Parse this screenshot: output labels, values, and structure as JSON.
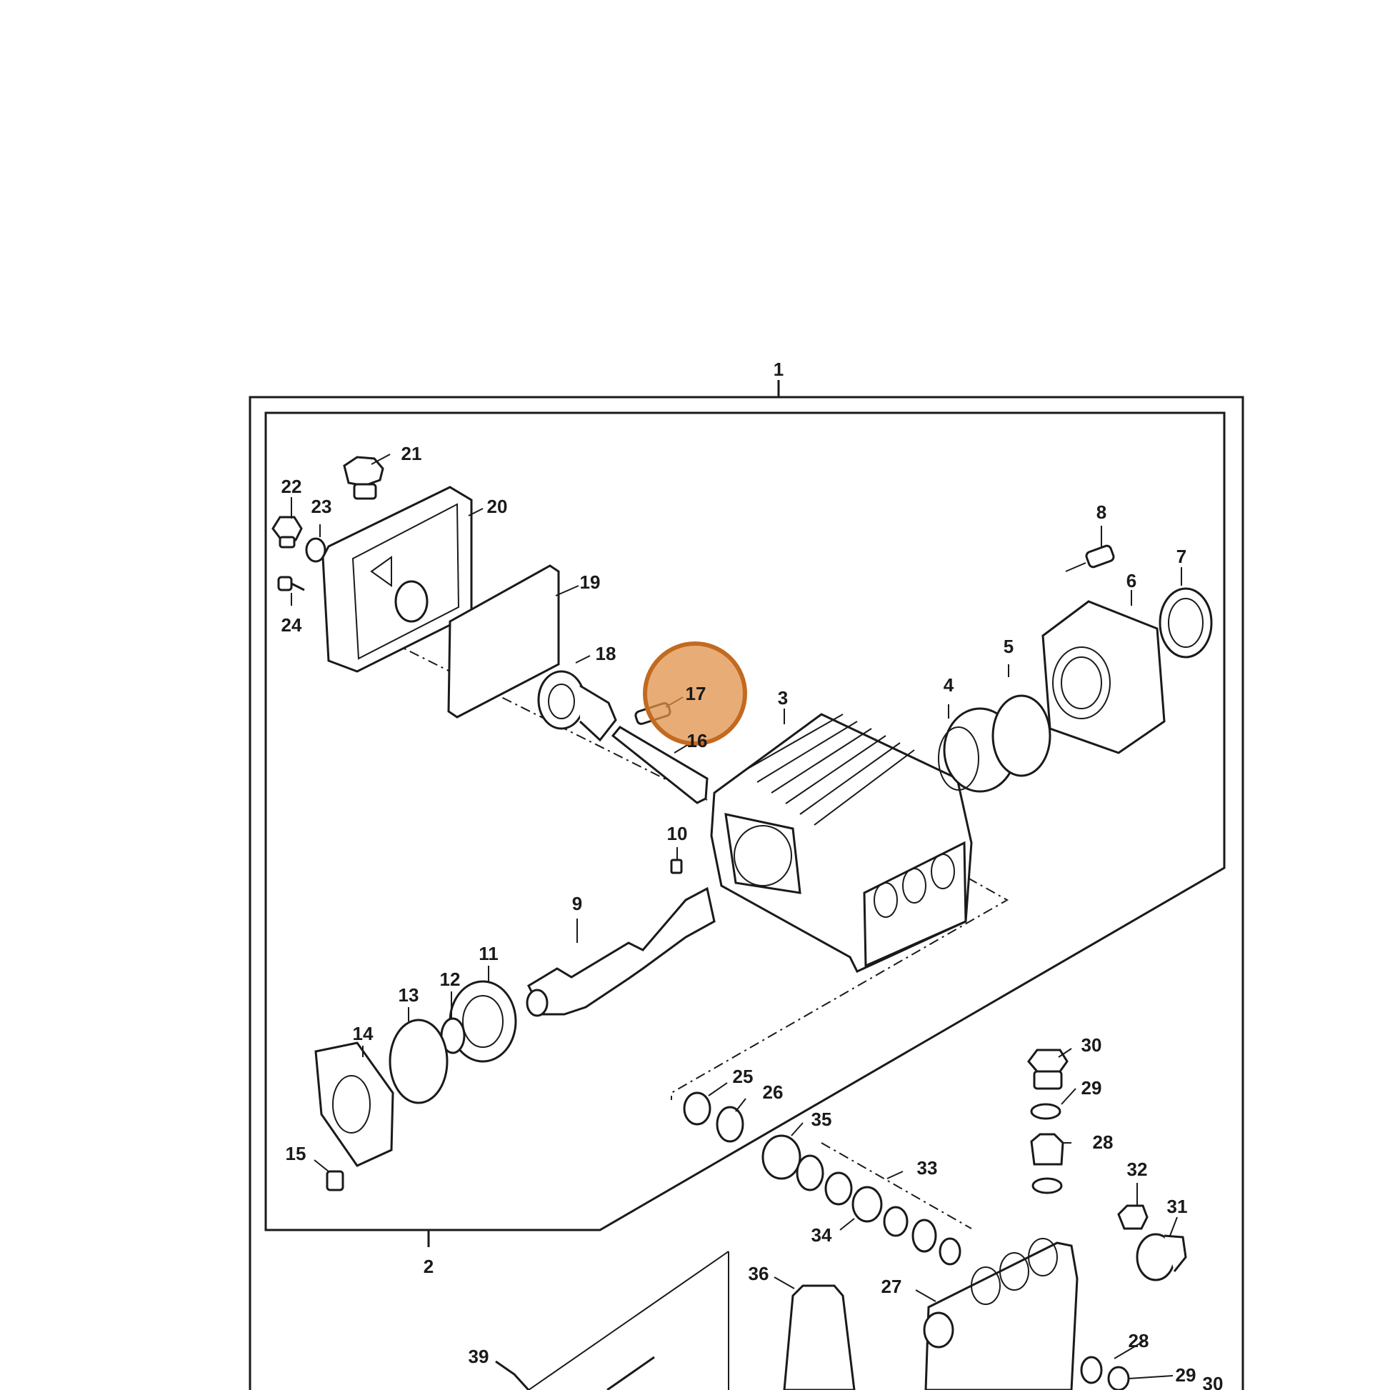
{
  "diagram": {
    "highlight_color": "#e0924a",
    "highlighted_label": "17",
    "labels": {
      "p1": "1",
      "p2": "2",
      "p3": "3",
      "p4": "4",
      "p5": "5",
      "p6": "6",
      "p7": "7",
      "p8": "8",
      "p9": "9",
      "p10": "10",
      "p11": "11",
      "p12": "12",
      "p13": "13",
      "p14": "14",
      "p15": "15",
      "p16": "16",
      "p17": "17",
      "p18": "18",
      "p19": "19",
      "p20": "20",
      "p21": "21",
      "p22": "22",
      "p23": "23",
      "p24": "24",
      "p25": "25",
      "p26": "26",
      "p27": "27",
      "p28a": "28",
      "p28b": "28",
      "p29a": "29",
      "p29b": "29",
      "p30a": "30",
      "p30b": "30",
      "p31": "31",
      "p32": "32",
      "p33": "33",
      "p34": "34",
      "p35": "35",
      "p36": "36",
      "p39": "39"
    }
  }
}
